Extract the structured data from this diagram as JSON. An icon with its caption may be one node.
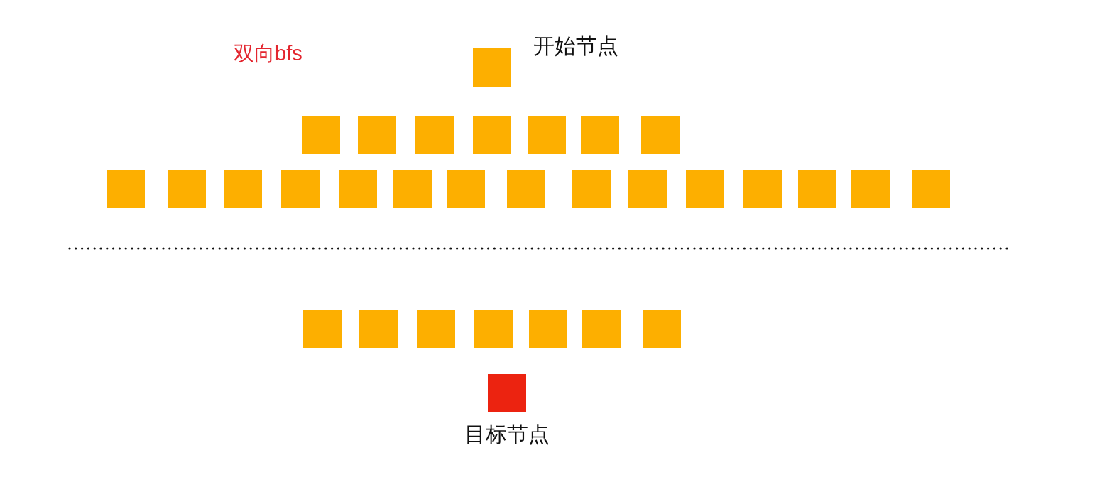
{
  "diagram": {
    "title": "双向bfs",
    "nodes": [
      {
        "text": [],
        "shape": "box",
        "beside": [
          "开始节点"
        ]
      },
      {
        "text": [],
        "shape": "box"
      },
      {
        "text": [],
        "shape": "box"
      },
      {
        "text": [],
        "shape": "box"
      },
      {
        "text": [],
        "shape": "box"
      },
      {
        "text": [],
        "shape": "box"
      },
      {
        "text": [],
        "shape": "box"
      },
      {
        "text": [],
        "shape": "box"
      },
      {
        "text": [],
        "shape": "box"
      },
      {
        "text": [],
        "shape": "box"
      },
      {
        "text": [],
        "shape": "box"
      },
      {
        "text": [],
        "shape": "box"
      },
      {
        "text": [],
        "shape": "box"
      },
      {
        "text": [],
        "shape": "box"
      },
      {
        "text": [],
        "shape": "box"
      },
      {
        "text": [],
        "shape": "box"
      },
      {
        "text": [],
        "shape": "box"
      },
      {
        "text": [],
        "shape": "box"
      },
      {
        "text": [],
        "shape": "box"
      },
      {
        "text": [],
        "shape": "box"
      },
      {
        "text": [],
        "shape": "box"
      },
      {
        "text": [],
        "shape": "box"
      },
      {
        "text": [],
        "shape": "box"
      },
      {
        "text": [],
        "shape": "box"
      },
      {
        "text": [],
        "shape": "box"
      },
      {
        "text": [],
        "shape": "box"
      },
      {
        "text": [],
        "shape": "box"
      },
      {
        "text": [],
        "shape": "box"
      },
      {
        "text": [],
        "shape": "box"
      },
      {
        "text": [],
        "shape": "box"
      },
      {
        "text": [],
        "shape": "box",
        "beside": [
          "目标节点"
        ]
      }
    ]
  }
}
